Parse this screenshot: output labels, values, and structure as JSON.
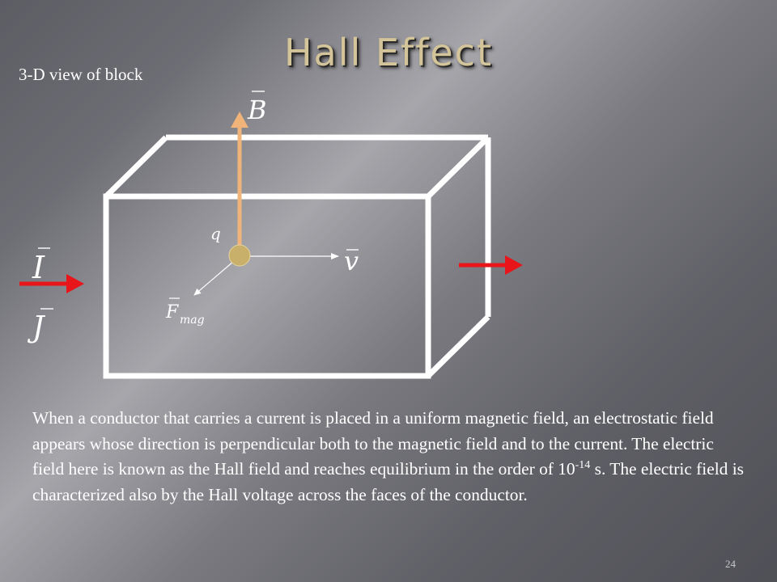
{
  "slide": {
    "title": "Hall Effect",
    "subtitle": "3-D view of block",
    "page_number": "24"
  },
  "diagram": {
    "symbols": {
      "B": "B",
      "q": "q",
      "v": "v",
      "F": "F",
      "F_sub": "mag",
      "I": "I",
      "J": "J"
    },
    "colors": {
      "box_edge": "#ffffff",
      "b_arrow": "#f0b47a",
      "current_arrow": "#e8151a",
      "charge": "#c8b06a",
      "vector_line": "#ffffff"
    }
  },
  "body_text": {
    "part1": "When a conductor that carries a current is placed in a uniform magnetic field, an electrostatic field appears whose direction is perpendicular both to the magnetic field and to the current.  The electric field here is known as the Hall field and reaches equilibrium in the order of 10",
    "exponent": "-14",
    "part2": " s.   The electric field is characterized also by the Hall voltage across the faces of the conductor."
  }
}
